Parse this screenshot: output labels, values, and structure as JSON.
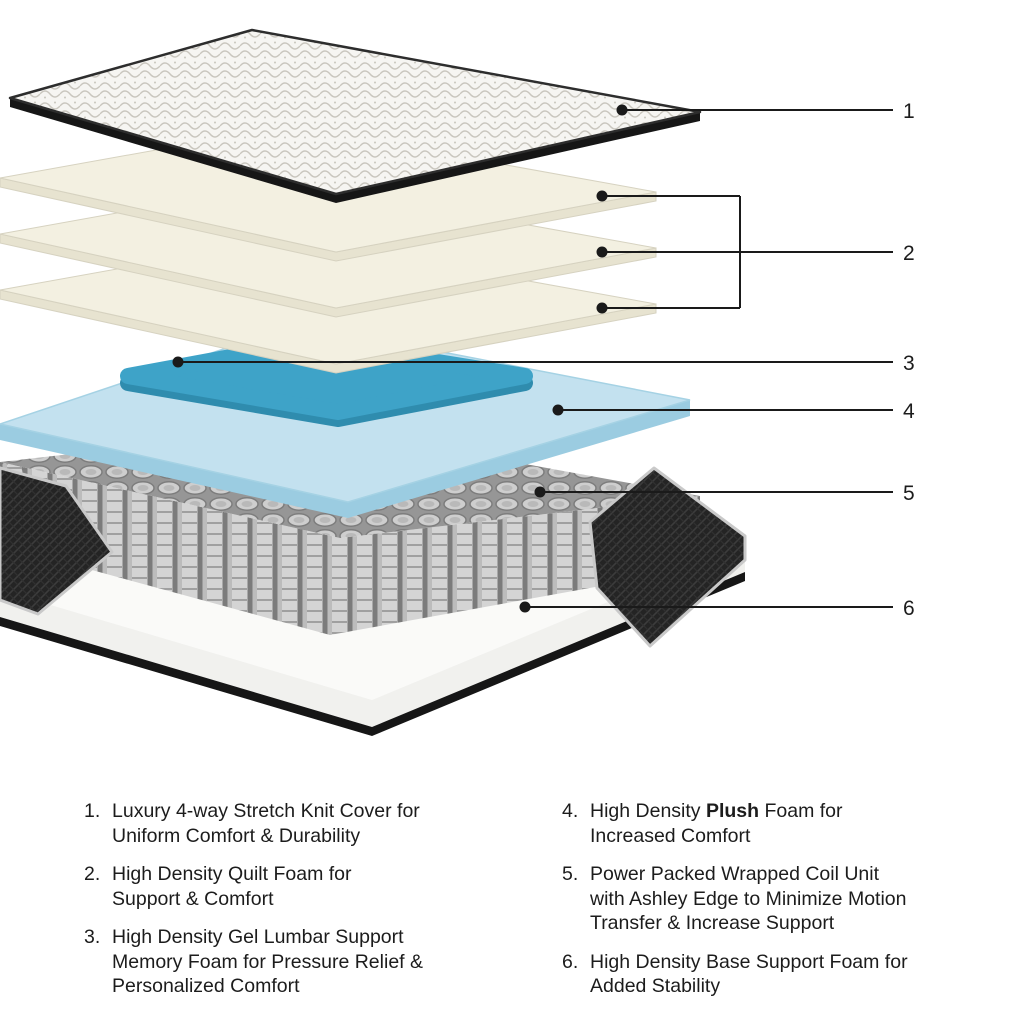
{
  "colors": {
    "cover-bg": "#F6F5F2",
    "cover-stitch": "#C9C6BE",
    "binding": "#161616",
    "quilt-top": "#F3F0E1",
    "quilt-side": "#E7E3D0",
    "quilt-edge": "#D6D2C0",
    "gel": "#3EA3C8",
    "gel-side": "#2F8CAE",
    "plush-top": "#C3E1EF",
    "plush-side": "#9BCCE1",
    "plush-edge": "#A5D2E4",
    "base-top": "#FAFAF8",
    "base-side": "#F1F1EE",
    "trim": "#C9C9C9",
    "line": "#1A1A1A",
    "text": "#1C1C1C"
  },
  "diagram": {
    "layers": [
      "stretch-knit-cover",
      "quilt-foam-layer-1",
      "quilt-foam-layer-2",
      "quilt-foam-layer-3",
      "gel-lumbar-memory-foam",
      "plush-foam",
      "wrapped-coil-unit",
      "base-support-foam"
    ],
    "callouts": [
      {
        "n": "1"
      },
      {
        "n": "2"
      },
      {
        "n": "3"
      },
      {
        "n": "4"
      },
      {
        "n": "5"
      },
      {
        "n": "6"
      }
    ]
  },
  "legend": {
    "left": [
      {
        "num": "1.",
        "pre": "Luxury 4-way Stretch Knit Cover for Uniform Comfort & Durability",
        "bold": "",
        "post": ""
      },
      {
        "num": "2.",
        "pre": "High Density Quilt Foam for Support & Comfort",
        "bold": "",
        "post": ""
      },
      {
        "num": "3.",
        "pre": "High Density Gel Lumbar Support Memory Foam for Pressure Relief & Personalized Comfort",
        "bold": "",
        "post": ""
      }
    ],
    "right": [
      {
        "num": "4.",
        "pre": "High Density ",
        "bold": "Plush",
        "post": " Foam for Increased Comfort"
      },
      {
        "num": "5.",
        "pre": "Power Packed Wrapped Coil Unit with Ashley Edge to Minimize Motion Transfer & Increase Support",
        "bold": "",
        "post": ""
      },
      {
        "num": "6.",
        "pre": "High Density Base Support Foam for Added Stability",
        "bold": "",
        "post": ""
      }
    ]
  }
}
